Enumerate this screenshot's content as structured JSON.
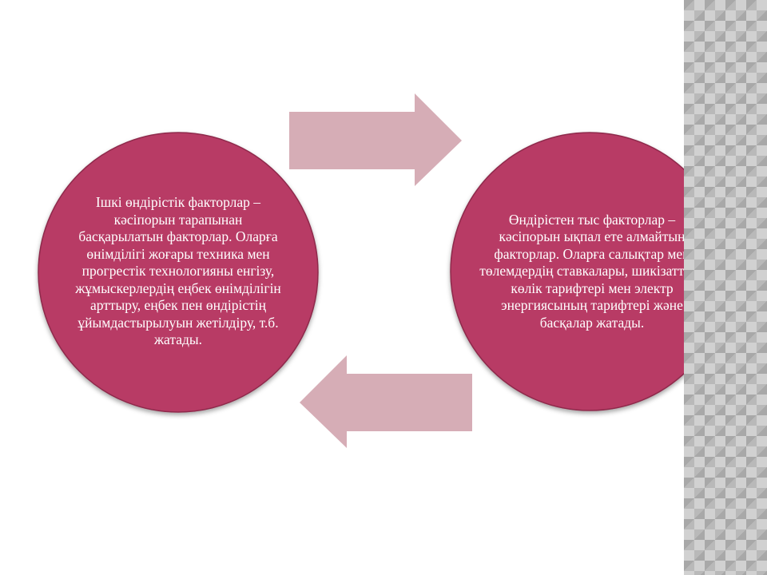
{
  "colors": {
    "circle_fill": "#b83a65",
    "circle_stroke": "#8e2a4c",
    "arrow_fill": "#d6adb6",
    "side_pattern": "#b9b9b9",
    "text": "#ffffff"
  },
  "diagram": {
    "left_circle": {
      "text": "Ішкі өндірістік факторлар – кәсіпорын тарапынан басқарылатын факторлар. Оларға өнімділігі жоғары техника мен прогрестік технологияны енгізу, жұмыскерлердің еңбек өнімділігін арттыру, еңбек пен өндірістің ұйымдастырылуын жетілдіру, т.б. жатады."
    },
    "right_circle": {
      "text": "Өндірістен тыс факторлар – кәсіпорын ықпал ете алмайтын факторлар. Оларға салықтар мен төлемдердің ставкалары, шикізаттың, көлік тарифтері мен электр энергиясының тарифтері және басқалар жатады."
    },
    "arrows": [
      {
        "direction": "right"
      },
      {
        "direction": "left"
      }
    ]
  }
}
